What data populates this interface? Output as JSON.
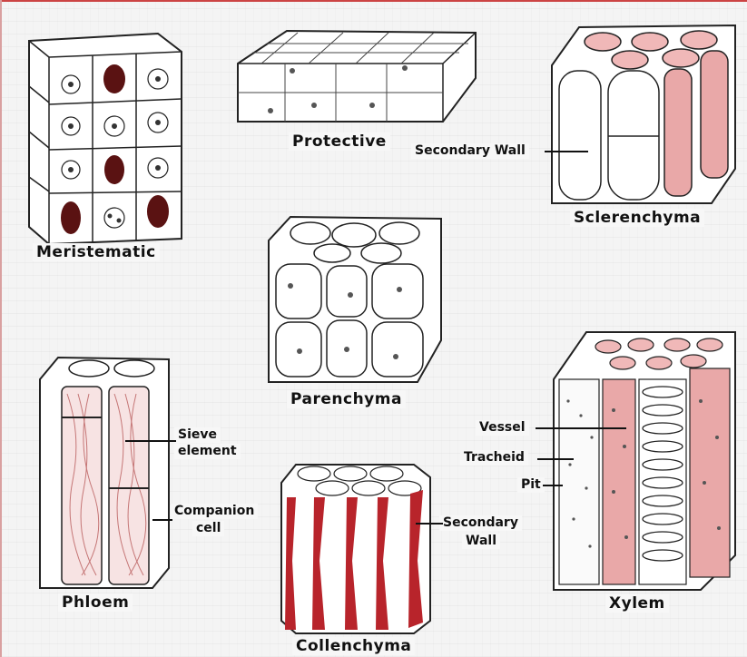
{
  "labels": {
    "meristematic": "Meristematic",
    "protective": "Protective",
    "sclerenchyma": "Sclerenchyma",
    "secondary_wall_top": "Secondary Wall",
    "parenchyma": "Parenchyma",
    "phloem": "Phloem",
    "sieve_element_1": "Sieve",
    "sieve_element_2": "element",
    "companion_cell_1": "Companion",
    "companion_cell_2": "cell",
    "collenchyma": "Collenchyma",
    "secondary_wall_bottom_1": "Secondary",
    "secondary_wall_bottom_2": "Wall",
    "xylem": "Xylem",
    "vessel": "Vessel",
    "tracheid": "Tracheid",
    "pit": "Pit"
  },
  "colors": {
    "accent_red": "#b8242b",
    "pink": "#e9a8a8",
    "ink": "#222222"
  }
}
